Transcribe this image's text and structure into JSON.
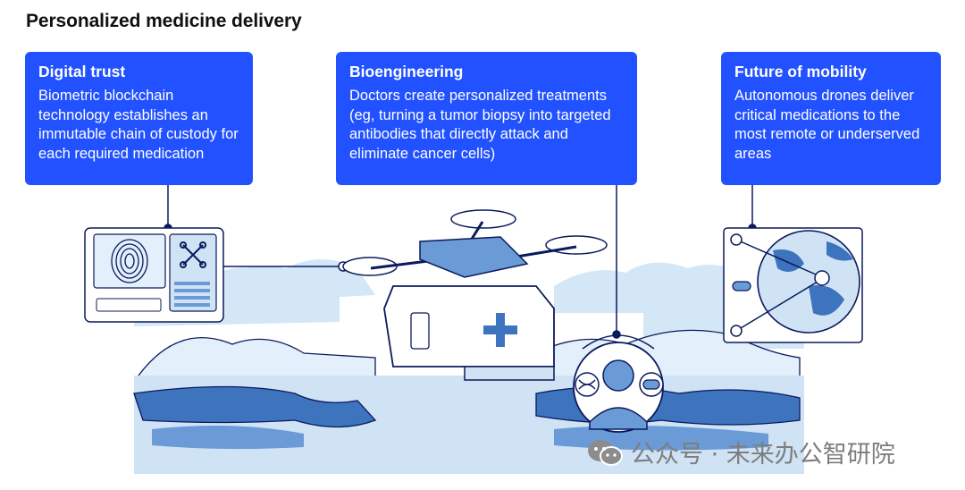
{
  "title": "Personalized medicine delivery",
  "cards": {
    "digital_trust": {
      "title": "Digital trust",
      "body": "Biometric blockchain technology establishes an immutable chain of custody for each required medication"
    },
    "bioengineering": {
      "title": "Bioengineering",
      "body": "Doctors create personalized treatments (eg, turning a tumor biopsy into targeted antibodies that directly attack and eliminate cancer cells)"
    },
    "future_mobility": {
      "title": "Future of mobility",
      "body": "Autonomous drones deliver critical medications to the most remote or underserved areas"
    }
  },
  "colors": {
    "accent": "#2251ff",
    "dark_navy": "#0b1a5c",
    "light_blue": "#cfe3f5",
    "mid_blue": "#6a9bd6",
    "deep_blue": "#3e73bd"
  },
  "icons": [
    "fingerprint-icon",
    "drone-icon",
    "medical-cross-icon",
    "dna-icon",
    "pill-icon",
    "globe-icon",
    "person-icon",
    "wechat-icon"
  ],
  "watermark": {
    "text": "公众号 · 未来办公智研院"
  }
}
